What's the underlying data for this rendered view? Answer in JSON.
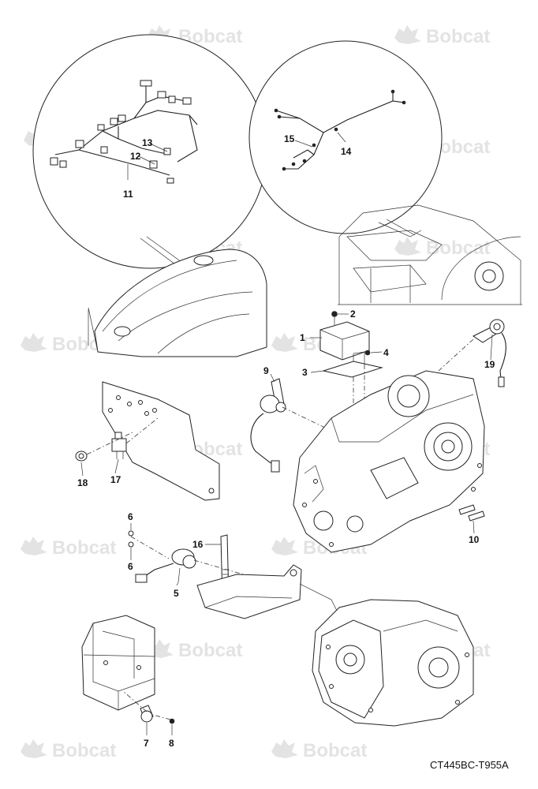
{
  "watermark": {
    "brand": "Bobcat",
    "icon": "bobcat-logo-icon"
  },
  "drawing_code": "CT445BC-T955A",
  "callouts": {
    "c1": "1",
    "c2": "2",
    "c3": "3",
    "c4": "4",
    "c5": "5",
    "c6a": "6",
    "c6b": "6",
    "c7": "7",
    "c8": "8",
    "c9": "9",
    "c10": "10",
    "c11": "11",
    "c12": "12",
    "c13": "13",
    "c14": "14",
    "c15": "15",
    "c16": "16",
    "c17": "17",
    "c18": "18",
    "c19": "19"
  },
  "colors": {
    "ink": "#222222",
    "watermark": "#e3e3e3",
    "background": "#ffffff"
  }
}
